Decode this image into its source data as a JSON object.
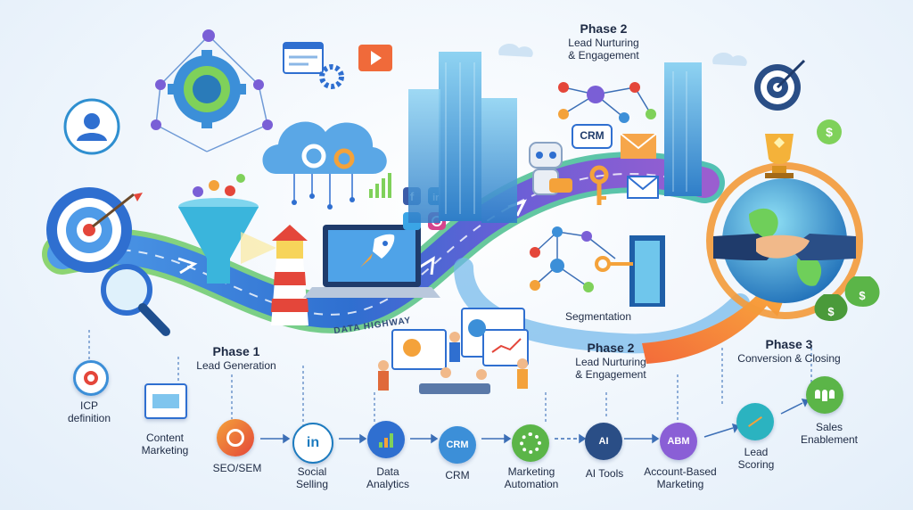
{
  "phases": {
    "phase2_top": {
      "title": "Phase 2",
      "subtitle": "Lead Nurturing\n& Engagement"
    },
    "phase1": {
      "title": "Phase 1",
      "subtitle": "Lead Generation"
    },
    "phase2_mid": {
      "title": "Phase 2",
      "subtitle": "Lead Nurturing\n& Engagement"
    },
    "phase3": {
      "title": "Phase 3",
      "subtitle": "Conversion & Closing"
    }
  },
  "highway_label": "DATA HIGHWAY",
  "segmentation_label": "Segmentation",
  "crm_bubble": "CRM",
  "steps": {
    "icp": "ICP\ndefinition",
    "content": "Content\nMarketing",
    "seo": "SEO/SEM",
    "social": "Social\nSelling",
    "data": "Data\nAnalytics",
    "crm": "CRM",
    "automation": "Marketing\nAutomation",
    "ai": "AI Tools",
    "abm": "Account-Based\nMarketing",
    "scoring": "Lead\nScoring",
    "enablement": "Sales\nEnablement"
  },
  "step_icon_text": {
    "crm": "CRM",
    "ai": "AI",
    "abm": "ABM",
    "linkedin": "in"
  },
  "colors": {
    "road_blue": "#3b82d6",
    "road_green": "#7ccf5a",
    "road_purple": "#8a5fd6",
    "arrow_orange": "#f59a3c",
    "accent_teal": "#2bb3c0"
  }
}
